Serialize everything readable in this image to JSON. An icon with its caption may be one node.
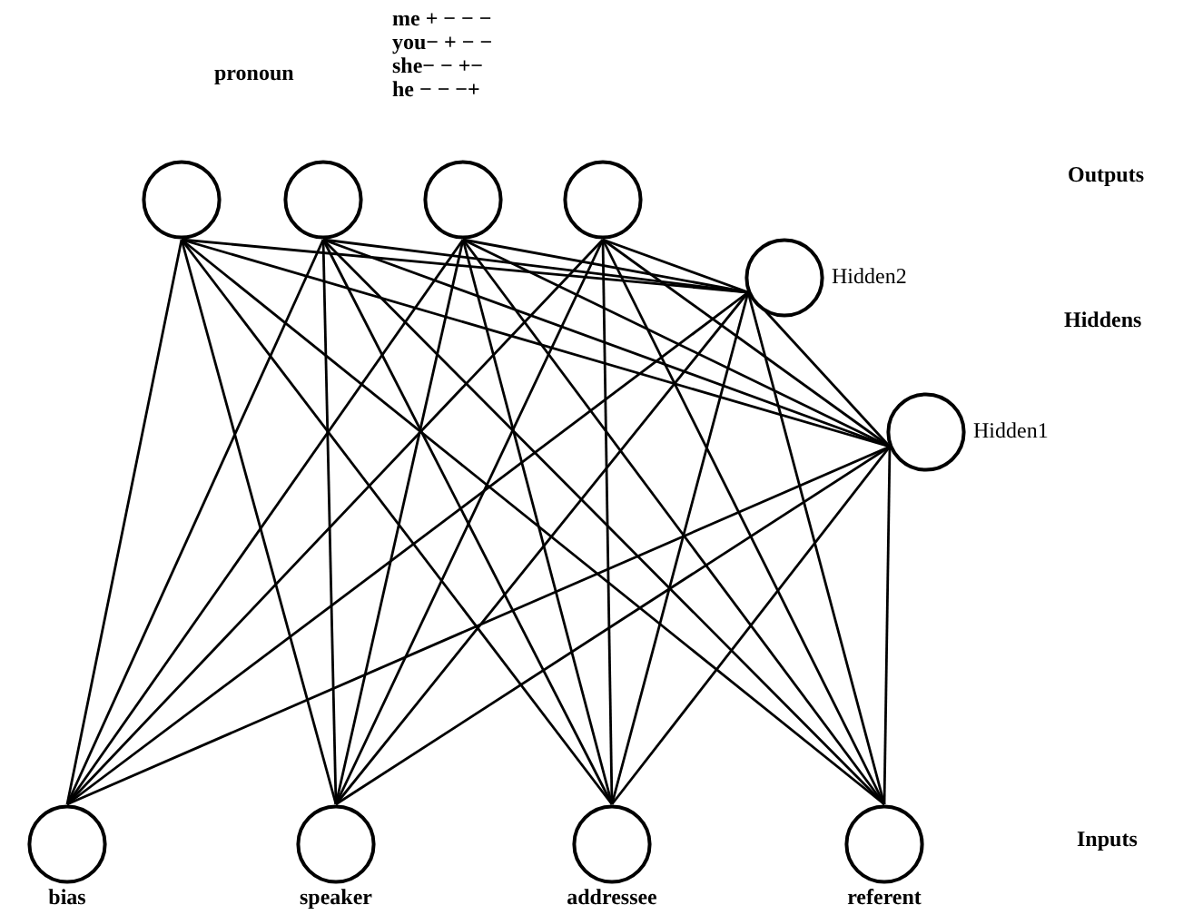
{
  "diagram": {
    "nodes": [
      {
        "text": [],
        "shape": "circle"
      },
      {
        "text": [],
        "shape": "circle"
      },
      {
        "text": [],
        "shape": "circle"
      },
      {
        "text": [],
        "shape": "circle"
      },
      {
        "text": [
          "Hidden2"
        ]
      },
      {
        "text": [
          "Hidden1"
        ]
      },
      {
        "text": [
          "bias"
        ]
      },
      {
        "text": [
          "speaker"
        ]
      },
      {
        "text": [
          "addressee"
        ]
      },
      {
        "text": [
          "referent"
        ]
      }
    ],
    "edges": [
      {
        "from": 6,
        "to": 0,
        "arrow": "none"
      },
      {
        "from": 6,
        "to": 1,
        "arrow": "none"
      },
      {
        "from": 6,
        "to": 2,
        "arrow": "none"
      },
      {
        "from": 6,
        "to": 3,
        "arrow": "none"
      },
      {
        "from": 7,
        "to": 0,
        "arrow": "none"
      },
      {
        "from": 7,
        "to": 1,
        "arrow": "none"
      },
      {
        "from": 7,
        "to": 2,
        "arrow": "none"
      },
      {
        "from": 7,
        "to": 3,
        "arrow": "none"
      },
      {
        "from": 8,
        "to": 0,
        "arrow": "none"
      },
      {
        "from": 8,
        "to": 1,
        "arrow": "none"
      },
      {
        "from": 8,
        "to": 2,
        "arrow": "none"
      },
      {
        "from": 8,
        "to": 3,
        "arrow": "none"
      },
      {
        "from": 9,
        "to": 0,
        "arrow": "none"
      },
      {
        "from": 9,
        "to": 1,
        "arrow": "none"
      },
      {
        "from": 9,
        "to": 2,
        "arrow": "none"
      },
      {
        "from": 9,
        "to": 3,
        "arrow": "none"
      },
      {
        "from": 6,
        "to": 5,
        "arrow": "none"
      },
      {
        "from": 7,
        "to": 5,
        "arrow": "none"
      },
      {
        "from": 8,
        "to": 5,
        "arrow": "none"
      },
      {
        "from": 9,
        "to": 5,
        "arrow": "none"
      },
      {
        "from": 6,
        "to": 4,
        "arrow": "none"
      },
      {
        "from": 7,
        "to": 4,
        "arrow": "none"
      },
      {
        "from": 8,
        "to": 4,
        "arrow": "none"
      },
      {
        "from": 9,
        "to": 4,
        "arrow": "none"
      },
      {
        "from": 5,
        "to": 4,
        "arrow": "none"
      },
      {
        "from": 5,
        "to": 0,
        "arrow": "none"
      },
      {
        "from": 5,
        "to": 1,
        "arrow": "none"
      },
      {
        "from": 5,
        "to": 2,
        "arrow": "none"
      },
      {
        "from": 5,
        "to": 3,
        "arrow": "none"
      },
      {
        "from": 4,
        "to": 0,
        "arrow": "none"
      },
      {
        "from": 4,
        "to": 1,
        "arrow": "none"
      },
      {
        "from": 4,
        "to": 2,
        "arrow": "none"
      },
      {
        "from": 4,
        "to": 3,
        "arrow": "none"
      }
    ],
    "labels": [
      "pronoun",
      "me + − − −",
      "you− + − −",
      "she− − +−",
      "he − − −+",
      "Outputs",
      "Hiddens",
      "Inputs"
    ]
  }
}
